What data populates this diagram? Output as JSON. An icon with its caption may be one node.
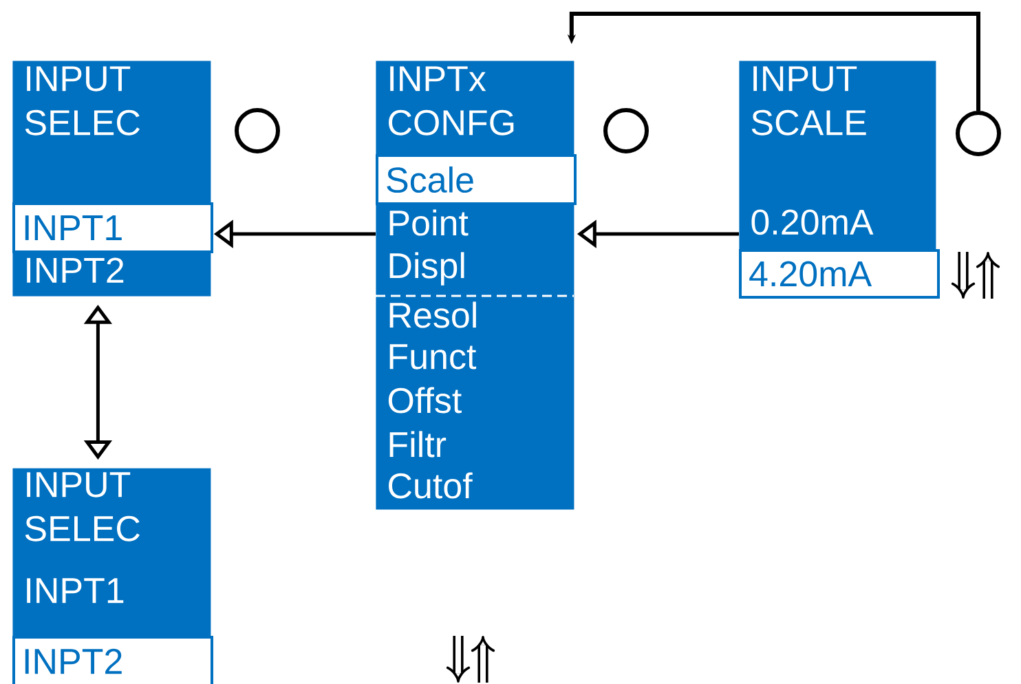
{
  "diagram": {
    "nodes": [
      {
        "text": [
          "INPUT SELEC",
          "INPT2"
        ]
      },
      {
        "text": [
          "INPT1"
        ],
        "in": 0
      },
      {
        "text": [],
        "shape": "circle"
      },
      {
        "text": [
          "INPTx CONFG",
          "Point",
          "Displ",
          "Resol",
          "Funct",
          "Offst",
          "Filtr",
          "Cutof"
        ]
      },
      {
        "text": [
          "Scale"
        ],
        "in": 3
      },
      {
        "text": [],
        "shape": "circle"
      },
      {
        "text": [
          "INPUT SCALE",
          "0.20mA"
        ]
      },
      {
        "text": [
          "4.20mA"
        ],
        "in": 6
      },
      {
        "text": [],
        "shape": "circle"
      },
      {
        "text": [
          "INPUT SELEC",
          "INPT1"
        ]
      },
      {
        "text": [
          "INPT2"
        ],
        "in": 9
      }
    ],
    "edges": [
      {
        "from": 3,
        "to": 0,
        "arrow": "to"
      },
      {
        "from": 6,
        "to": 3,
        "arrow": "to"
      },
      {
        "from": 8,
        "to": 3,
        "arrow": "to"
      },
      {
        "from": 0,
        "to": 9,
        "arrow": "both"
      }
    ]
  }
}
